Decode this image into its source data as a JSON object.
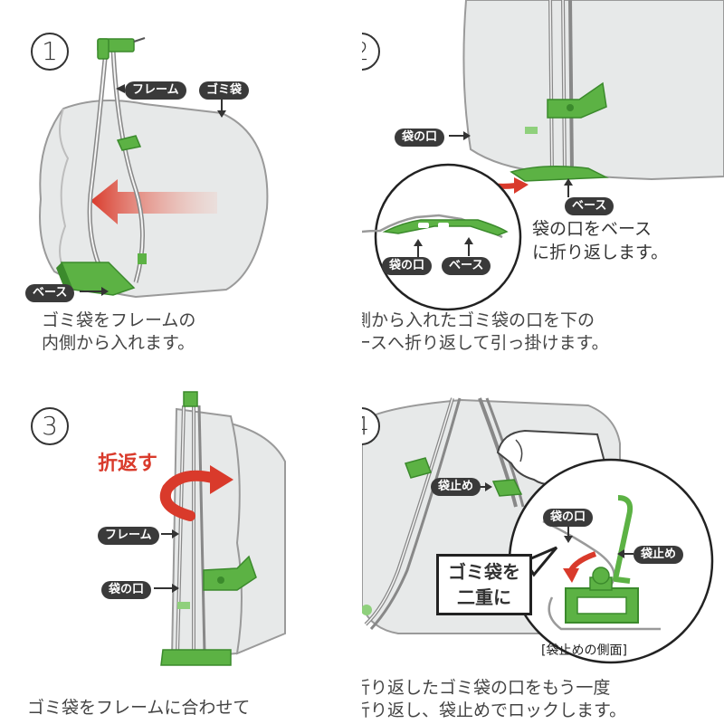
{
  "colors": {
    "green": "#5cb244",
    "dark_green": "#3b8a2c",
    "bag": "#e7e9e9",
    "bag_stroke": "#9a9a9a",
    "red": "#d93a2b",
    "tag_bg": "#3a3a3a"
  },
  "steps": [
    {
      "number": "1",
      "tags": {
        "frame": "フレーム",
        "bag": "ゴミ袋",
        "base": "ベース"
      },
      "caption_lines": [
        "ゴミ袋をフレームの",
        "内側から入れます。"
      ]
    },
    {
      "number": "2",
      "tags": {
        "mouth": "袋の口",
        "base": "ベース",
        "inset_mouth": "袋の口",
        "inset_base": "ベース"
      },
      "instruction_lines": [
        "袋の口をベース",
        "に折り返します。"
      ],
      "caption_lines": [
        "内側から入れたゴミ袋の口を下の",
        "ベースへ折り返して引っ掛けます。"
      ]
    },
    {
      "number": "3",
      "action": "折返す",
      "tags": {
        "frame": "フレーム",
        "mouth": "袋の口"
      },
      "caption_lines": [
        "ゴミ袋をフレームに合わせて"
      ]
    },
    {
      "number": "4",
      "tags": {
        "stopper": "袋止め",
        "inset_mouth": "袋の口",
        "inset_stopper": "袋止め"
      },
      "callout_lines": [
        "ゴミ袋を",
        "二重に"
      ],
      "side_label": "[袋止めの側面]",
      "caption_lines": [
        "折り返したゴミ袋の口をもう一度",
        "折り返し、袋止めでロックします。"
      ]
    }
  ]
}
